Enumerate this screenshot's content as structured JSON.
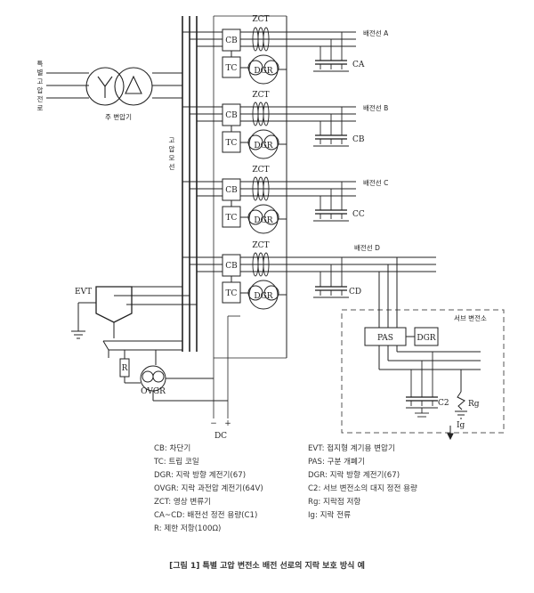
{
  "labels": {
    "incoming": [
      "특",
      "별",
      "고",
      "압",
      "전",
      "로"
    ],
    "main_tr": "주 변압기",
    "hv_bus": [
      "고",
      "압",
      "모",
      "선"
    ],
    "zct": "ZCT",
    "cb": "CB",
    "tc": "TC",
    "dgr": "DGR",
    "evt": "EVT",
    "r": "R",
    "ovgr": "OVGR",
    "dc": "DC",
    "dc_minus": "−",
    "dc_plus": "+",
    "sub": "서브 변전소",
    "pas": "PAS",
    "c2": "C2",
    "rg": "Rg",
    "ig": "Ig"
  },
  "feeders": [
    {
      "name": "배전선 A",
      "cap": "CA"
    },
    {
      "name": "배전선 B",
      "cap": "CB"
    },
    {
      "name": "배전선 C",
      "cap": "CC"
    },
    {
      "name": "배전선 D",
      "cap": "CD"
    }
  ],
  "legend_left": [
    "CB: 차단기",
    "TC: 트립 코일",
    "DGR: 지락 방향 계전기(67)",
    "OVGR: 지락 과전압 계전기(64V)",
    "ZCT: 영상 변류기",
    "CA~CD: 배전선 정전 용량(C1)",
    "R: 제한 저항(100Ω)"
  ],
  "legend_right": [
    "EVT: 접지형 계기용 변압기",
    "PAS: 구분 개폐기",
    "DGR: 지락 방향 계전기(67)",
    "C2: 서브 변전소의 대지 정전 용량",
    "Rg: 지락점 저항",
    "Ig: 지락 전류"
  ],
  "caption": "[그림 1] 특별 고압 변전소 배전 선로의 지락 보호 방식 예"
}
